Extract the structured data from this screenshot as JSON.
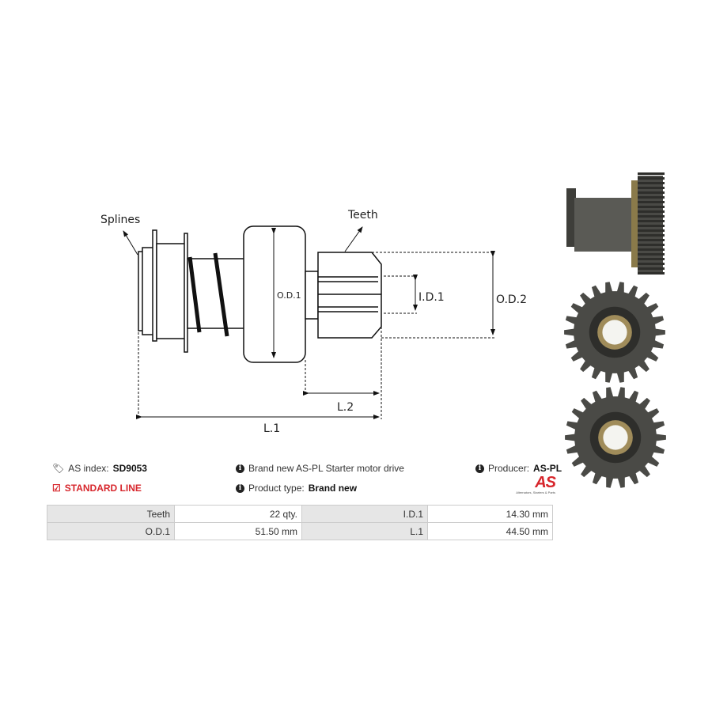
{
  "diagram": {
    "splines": "Splines",
    "teeth": "Teeth",
    "od1": "O.D.1",
    "od2": "O.D.2",
    "id1": "I.D.1",
    "l1": "L.1",
    "l2": "L.2"
  },
  "info": {
    "as_index_label": "AS index:",
    "as_index_value": "SD9053",
    "standard_line": "STANDARD LINE",
    "description": "Brand new AS-PL Starter motor drive",
    "product_type_label": "Product type:",
    "product_type_value": "Brand new",
    "producer_label": "Producer:",
    "producer_value": "AS-PL"
  },
  "logo": {
    "text": "AS",
    "tagline": "Alternators, Starters & Parts"
  },
  "specs": [
    [
      {
        "k": "Teeth",
        "v": "22 qty."
      },
      {
        "k": "I.D.1",
        "v": "14.30 mm"
      }
    ],
    [
      {
        "k": "O.D.1",
        "v": "51.50 mm"
      },
      {
        "k": "L.1",
        "v": "44.50 mm"
      }
    ]
  ],
  "colors": {
    "accent": "#d7262c",
    "gear": "#4a4a46"
  }
}
